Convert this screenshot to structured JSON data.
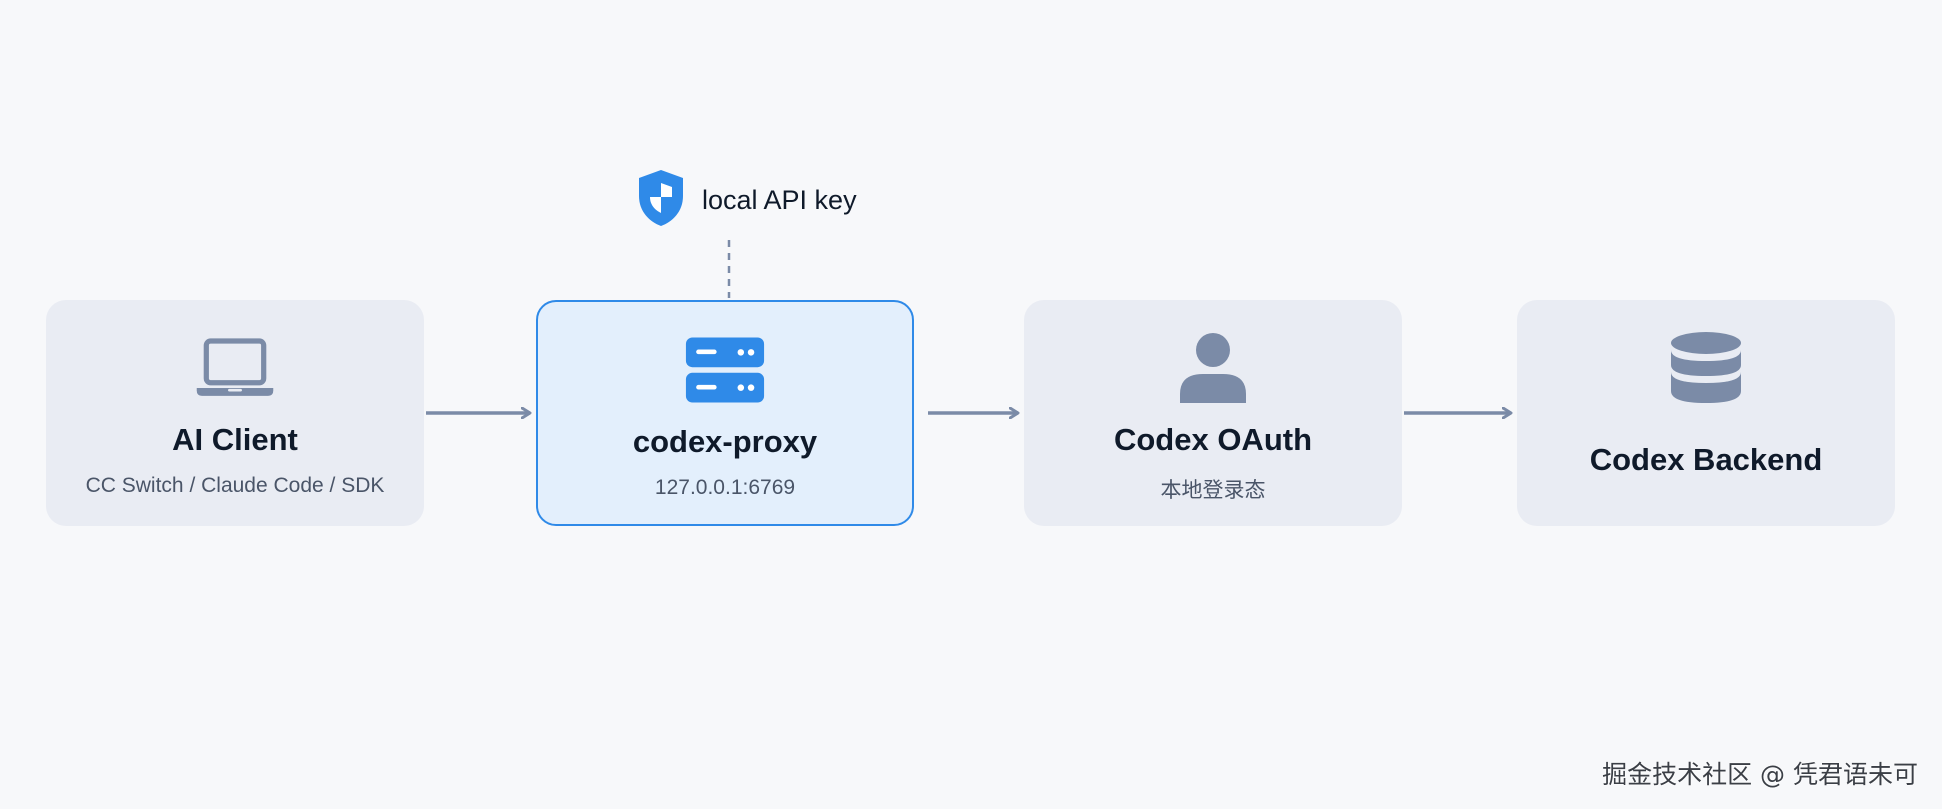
{
  "badge": {
    "icon": "shield-icon",
    "label": "local API key"
  },
  "nodes": [
    {
      "id": "client",
      "icon": "laptop-icon",
      "title": "AI Client",
      "subtitle": "CC Switch / Claude Code / SDK"
    },
    {
      "id": "proxy",
      "icon": "server-icon",
      "title": "codex-proxy",
      "subtitle": "127.0.0.1:6769",
      "highlighted": true
    },
    {
      "id": "oauth",
      "icon": "user-icon",
      "title": "Codex OAuth",
      "subtitle": "本地登录态"
    },
    {
      "id": "backend",
      "icon": "database-icon",
      "title": "Codex Backend"
    }
  ],
  "edges": [
    {
      "from": "AI Client",
      "to": "codex-proxy"
    },
    {
      "from": "codex-proxy",
      "to": "Codex OAuth"
    },
    {
      "from": "Codex OAuth",
      "to": "Codex Backend"
    }
  ],
  "colors": {
    "accent": "#2f8ae8",
    "node_fill": "#e9ecf3",
    "highlight_fill": "#e3effc",
    "icon_gray": "#7b8ba7",
    "arrow": "#7b8ba7"
  },
  "watermark": "掘金技术社区 @ 凭君语未可"
}
